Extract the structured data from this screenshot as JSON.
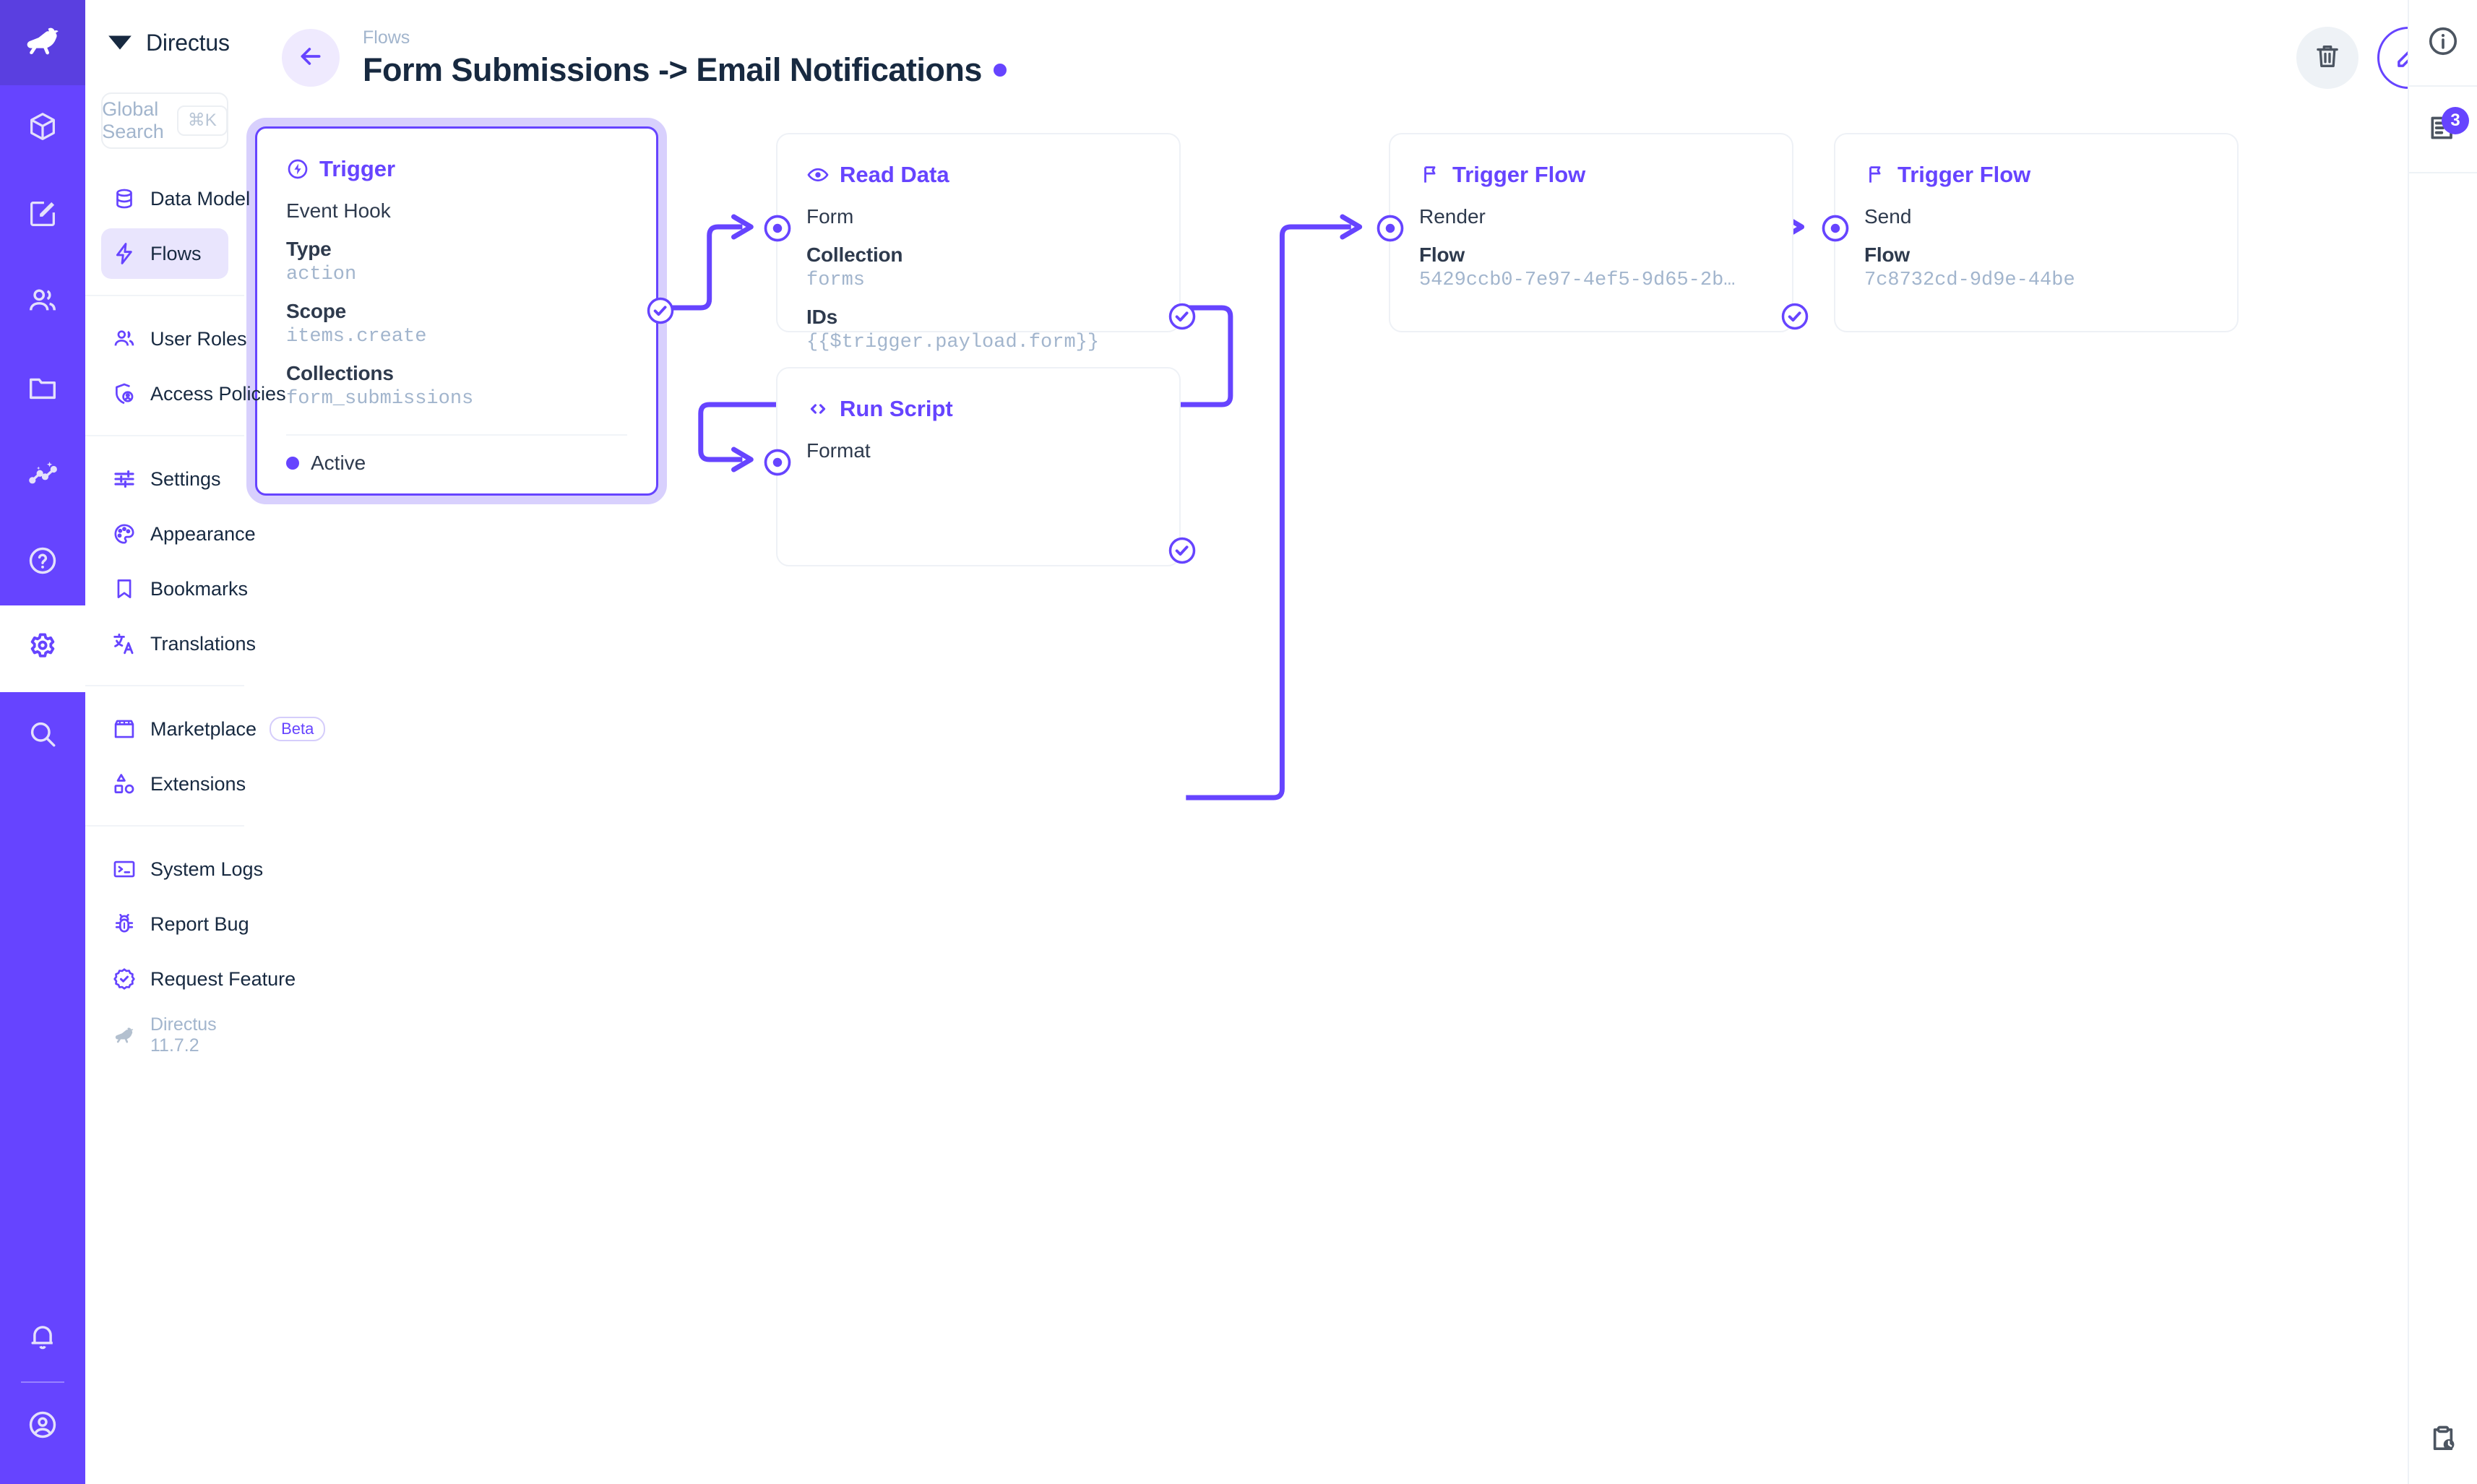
{
  "app": {
    "brand": "Directus",
    "version_label": "Directus 11.7.2"
  },
  "rail": {
    "items": [
      {
        "name": "directus-logo",
        "icon": "rabbit-logo-icon",
        "active": true
      },
      {
        "name": "content",
        "icon": "box-icon",
        "active": false
      },
      {
        "name": "editor",
        "icon": "edit-square-icon",
        "active": false
      },
      {
        "name": "users",
        "icon": "users-icon",
        "active": false
      },
      {
        "name": "files",
        "icon": "folder-icon",
        "active": false
      },
      {
        "name": "insights",
        "icon": "sparkle-chart-icon",
        "active": false
      },
      {
        "name": "help",
        "icon": "question-circle-icon",
        "active": false
      },
      {
        "name": "settings",
        "icon": "gear-icon",
        "active": true
      },
      {
        "name": "search",
        "icon": "magnifier-icon",
        "active": false
      }
    ],
    "bottom": [
      {
        "name": "notifications",
        "icon": "bell-icon"
      },
      {
        "name": "account",
        "icon": "user-circle-icon"
      }
    ]
  },
  "search": {
    "placeholder": "Global Search",
    "shortcut": "⌘K"
  },
  "sidebar": {
    "groups": [
      {
        "items": [
          {
            "label": "Data Model",
            "icon": "database-icon",
            "active": false
          },
          {
            "label": "Flows",
            "icon": "lightning-icon",
            "active": true
          }
        ]
      },
      {
        "items": [
          {
            "label": "User Roles",
            "icon": "users-icon",
            "active": false
          },
          {
            "label": "Access Policies",
            "icon": "shield-user-icon",
            "active": false
          }
        ]
      },
      {
        "items": [
          {
            "label": "Settings",
            "icon": "sliders-icon",
            "active": false
          },
          {
            "label": "Appearance",
            "icon": "palette-icon",
            "active": false
          },
          {
            "label": "Bookmarks",
            "icon": "bookmark-icon",
            "active": false
          },
          {
            "label": "Translations",
            "icon": "translate-icon",
            "active": false
          }
        ]
      },
      {
        "items": [
          {
            "label": "Marketplace",
            "icon": "store-icon",
            "badge": "Beta",
            "active": false
          },
          {
            "label": "Extensions",
            "icon": "shapes-icon",
            "active": false
          }
        ]
      },
      {
        "items": [
          {
            "label": "System Logs",
            "icon": "terminal-icon",
            "active": false
          },
          {
            "label": "Report Bug",
            "icon": "bug-icon",
            "active": false
          },
          {
            "label": "Request Feature",
            "icon": "badge-check-icon",
            "active": false
          }
        ]
      }
    ]
  },
  "header": {
    "breadcrumb": "Flows",
    "title": "Form Submissions -> Email Notifications",
    "status": "active",
    "back_icon": "arrow-left-icon",
    "delete_icon": "trash-icon",
    "edit_icon": "pencil-icon"
  },
  "rightbar": {
    "info_icon": "info-circle-icon",
    "logs_icon": "logs-icon",
    "logs_badge": "3",
    "history_icon": "clipboard-clock-icon"
  },
  "flow": {
    "nodes": [
      {
        "id": "trigger",
        "type_label": "Trigger",
        "icon": "trigger-bolt-icon",
        "selected": true,
        "operation_name": "Event Hook",
        "fields": [
          {
            "key": "Type",
            "value": "action"
          },
          {
            "key": "Scope",
            "value": "items.create"
          },
          {
            "key": "Collections",
            "value": "form_submissions"
          }
        ],
        "footer": "Active"
      },
      {
        "id": "read-data",
        "type_label": "Read Data",
        "icon": "eye-icon",
        "selected": false,
        "operation_name": "Form",
        "fields": [
          {
            "key": "Collection",
            "value": "forms"
          },
          {
            "key": "IDs",
            "value": "{{$trigger.payload.form}}"
          }
        ]
      },
      {
        "id": "run-script",
        "type_label": "Run Script",
        "icon": "code-brackets-icon",
        "selected": false,
        "operation_name": "Format",
        "fields": []
      },
      {
        "id": "trigger-flow-1",
        "type_label": "Trigger Flow",
        "icon": "flag-icon",
        "selected": false,
        "operation_name": "Render",
        "fields": [
          {
            "key": "Flow",
            "value": "5429ccb0-7e97-4ef5-9d65-2b…"
          }
        ]
      },
      {
        "id": "trigger-flow-2",
        "type_label": "Trigger Flow",
        "icon": "flag-icon",
        "selected": false,
        "operation_name": "Send",
        "fields": [
          {
            "key": "Flow",
            "value": "7c8732cd-9d9e-44be"
          }
        ]
      }
    ],
    "edges": [
      {
        "from": "trigger",
        "to": "read-data"
      },
      {
        "from": "read-data",
        "to": "run-script"
      },
      {
        "from": "run-script",
        "to": "trigger-flow-1"
      },
      {
        "from": "trigger-flow-1",
        "to": "trigger-flow-2"
      }
    ]
  },
  "colors": {
    "accent": "#6644ff",
    "rail_bg": "#6644ff",
    "text": "#172940",
    "muted": "#a2b5cd",
    "node_border": "#eef1f6"
  }
}
